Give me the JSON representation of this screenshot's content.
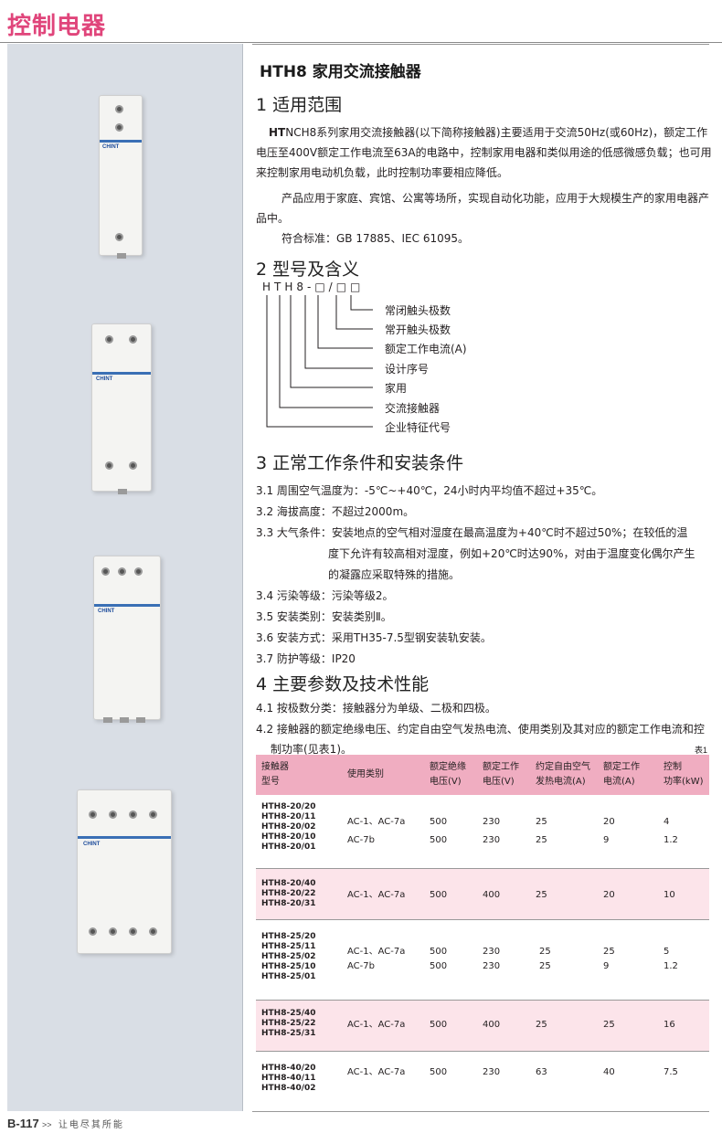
{
  "header": {
    "title": "控制电器"
  },
  "doc": {
    "title": "HTH8 家用交流接触器",
    "sections": [
      {
        "heading": "1 适用范围"
      },
      {
        "heading": "2 型号及含义"
      },
      {
        "heading": "3 正常工作条件和安装条件"
      },
      {
        "heading": "4 主要参数及技术性能"
      }
    ],
    "s1": {
      "p1_bold": "HT",
      "p1": "NCH8系列家用交流接触器(以下简称接触器)主要适用于交流50Hz(或60Hz)，额定工作电压至400V额定工作电流至63A的电路中，控制家用电器和类似用途的低感微感负载；也可用来控制家用电动机负载，此时控制功率要相应降低。",
      "p2": "产品应用于家庭、宾馆、公寓等场所，实现自动化功能，应用于大规模生产的家用电器产品中。",
      "p3": "符合标准：GB 17885、IEC 61095。"
    },
    "s2": {
      "code": "HTH8-□/□□",
      "labels": [
        "常闭触头极数",
        "常开触头极数",
        "额定工作电流(A)",
        "设计序号",
        "家用",
        "交流接触器",
        "企业特征代号"
      ]
    },
    "s3": {
      "items": [
        "3.1 周围空气温度为：-5℃~+40℃，24小时内平均值不超过+35℃。",
        "3.2 海拔高度：不超过2000m。",
        "3.3 大气条件：安装地点的空气相对湿度在最高温度为+40℃时不超过50%；在较低的温",
        "度下允许有较高相对湿度，例如+20℃时达90%，对由于温度变化偶尔产生",
        "的凝露应采取特殊的措施。",
        "3.4 污染等级：污染等级2。",
        "3.5 安装类别：安装类别Ⅱ。",
        "3.6 安装方式：采用TH35-7.5型钢安装轨安装。",
        "3.7 防护等级：IP20"
      ]
    },
    "s4": {
      "items": [
        "4.1 按极数分类：接触器分为单级、二极和四极。",
        "4.2 接触器的额定绝缘电压、约定自由空气发热电流、使用类别及其对应的额定工作电流和控",
        "制功率(见表1)。"
      ],
      "table_caption": "表1"
    }
  },
  "table": {
    "headers": [
      [
        "接触器",
        "型号"
      ],
      [
        "使用类别"
      ],
      [
        "额定绝缘",
        "电压(V)"
      ],
      [
        "额定工作",
        "电压(V)"
      ],
      [
        "约定自由空气",
        "发热电流(A)"
      ],
      [
        "额定工作",
        "电流(A)"
      ],
      [
        "控制",
        "功率(kW)"
      ]
    ],
    "groups": [
      {
        "models": [
          "HTH8-20/20",
          "HTH8-20/11",
          "HTH8-20/02",
          "HTH8-20/10",
          "HTH8-20/01"
        ],
        "rows": [
          [
            "AC-1、AC-7a",
            "500",
            "230",
            "25",
            "20",
            "4"
          ],
          [
            "AC-7b",
            "500",
            "230",
            "25",
            "9",
            "1.2"
          ]
        ]
      },
      {
        "models": [
          "HTH8-20/40",
          "HTH8-20/22",
          "HTH8-20/31"
        ],
        "rows": [
          [
            "AC-1、AC-7a",
            "500",
            "400",
            "25",
            "20",
            "10"
          ]
        ]
      },
      {
        "models": [
          "HTH8-25/20",
          "HTH8-25/11",
          "HTH8-25/02",
          "HTH8-25/10",
          "HTH8-25/01"
        ],
        "rows": [
          [
            "AC-1、AC-7a",
            "500",
            "230",
            "25",
            "25",
            "5"
          ],
          [
            "AC-7b",
            "500",
            "230",
            "25",
            "9",
            "1.2"
          ]
        ]
      },
      {
        "models": [
          "HTH8-25/40",
          "HTH8-25/22",
          "HTH8-25/31"
        ],
        "rows": [
          [
            "AC-1、AC-7a",
            "500",
            "400",
            "25",
            "25",
            "16"
          ]
        ]
      },
      {
        "models": [
          "HTH8-40/20",
          "HTH8-40/11",
          "HTH8-40/02"
        ],
        "rows": [
          [
            "AC-1、AC-7a",
            "500",
            "230",
            "63",
            "40",
            "7.5"
          ]
        ]
      }
    ]
  },
  "footer": {
    "page_code": "B-117",
    "arrows": ">>",
    "slogan": "让电尽其所能"
  },
  "colors": {
    "accent": "#e0457b",
    "table_header": "#f0adc1",
    "table_band": "#fce4ea",
    "panel": "#d9dee5"
  },
  "product_brand": "CHINT"
}
